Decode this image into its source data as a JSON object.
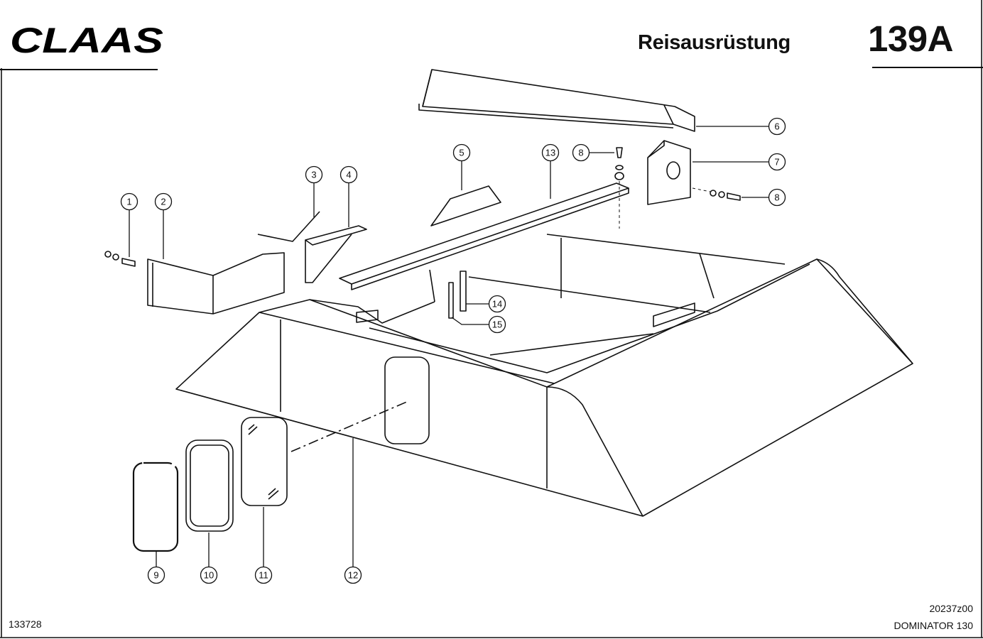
{
  "header": {
    "brand_name": "CLAAS",
    "section_title": "Reisausrüstung",
    "page_number": "139A"
  },
  "footer": {
    "drawing_id": "133728",
    "drawing_code": "20237z00",
    "machine_model": "DOMINATOR 130"
  },
  "callouts": [
    "1",
    "2",
    "3",
    "4",
    "5",
    "6",
    "7",
    "8",
    "8",
    "9",
    "10",
    "11",
    "12",
    "13",
    "14",
    "15"
  ]
}
